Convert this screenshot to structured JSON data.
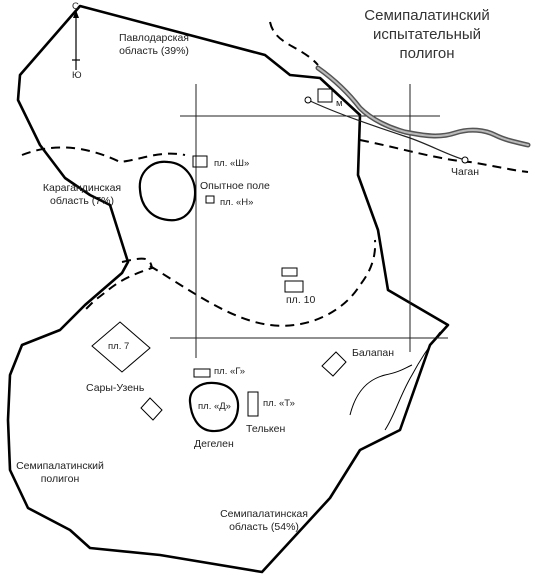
{
  "title": {
    "line1": "Семипалатинский",
    "line2": "испытательный",
    "line3": "полигон"
  },
  "compass": {
    "north": "С",
    "south": "Ю"
  },
  "regions": {
    "pavlodar": {
      "line1": "Павлодарская",
      "line2": "область (39%)"
    },
    "karaganda": {
      "line1": "Карагандинская",
      "line2": "область (7%)"
    },
    "semipalatinsk_region": {
      "line1": "Семипалатинская",
      "line2": "область (54%)"
    },
    "polygon": {
      "line1": "Семипалатинский",
      "line2": "полигон"
    }
  },
  "places": {
    "m": "м",
    "chagan": "Чаган",
    "opytnoe_pole": "Опытное поле",
    "pl_sh": "пл. «Ш»",
    "pl_n": "пл. «Н»",
    "pl_10": "пл. 10",
    "pl_7": "пл. 7",
    "balapan": "Балапан",
    "pl_g": "пл. «Г»",
    "pl_d": "пл. «Д»",
    "pl_t": "пл. «Т»",
    "sary_uzen": "Сары-Узень",
    "degelen": "Дегелен",
    "telken": "Телькен"
  },
  "colors": {
    "border": "#000000",
    "river": "#555555",
    "lines": "#222222"
  }
}
